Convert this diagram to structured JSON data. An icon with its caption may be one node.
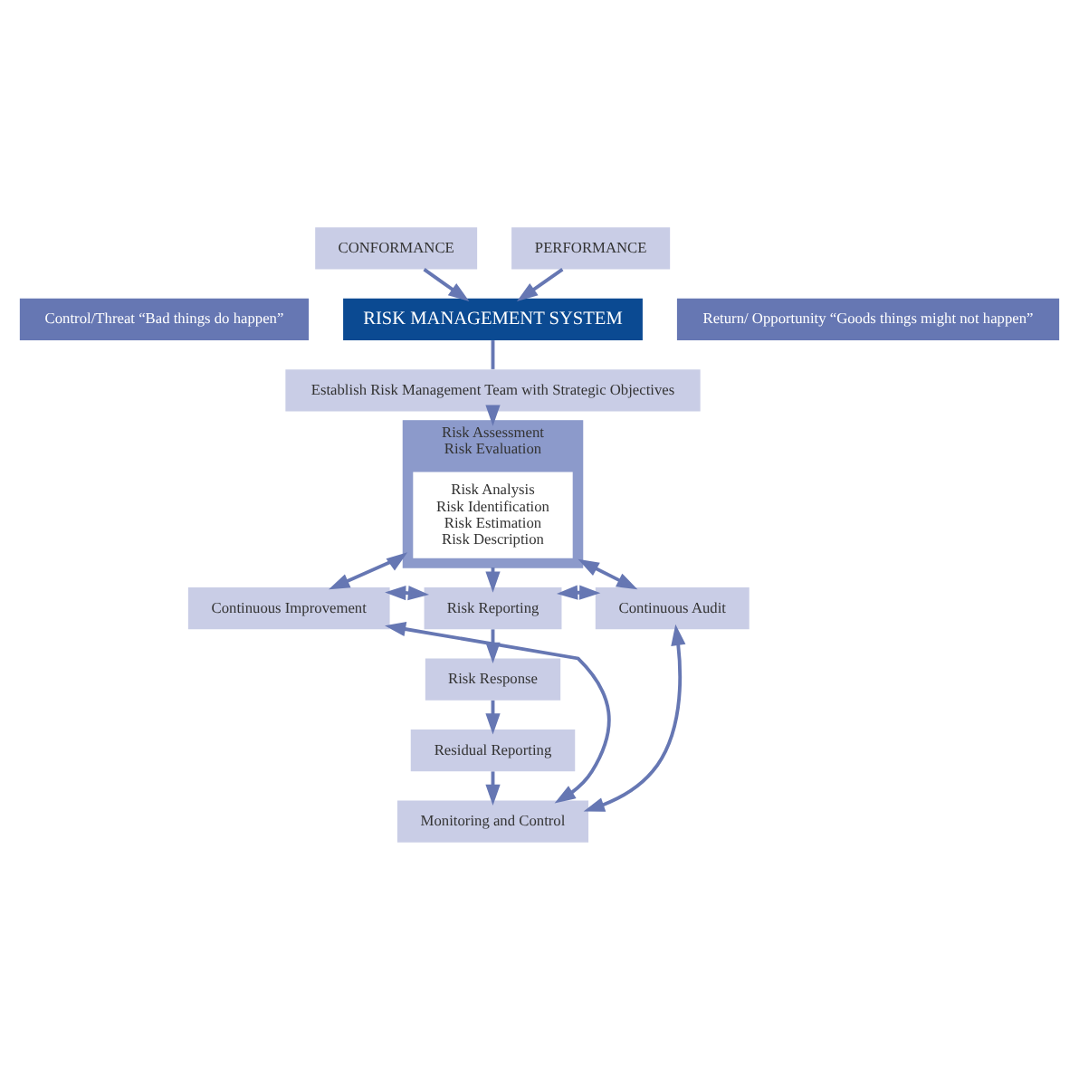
{
  "diagram": {
    "nodes": [
      {
        "text": [
          "CONFORMANCE"
        ]
      },
      {
        "text": [
          "PERFORMANCE"
        ]
      },
      {
        "text": [
          "Control/Threat “Bad things do happen”"
        ]
      },
      {
        "text": [
          "RISK MANAGEMENT SYSTEM"
        ]
      },
      {
        "text": [
          "Return/ Opportunity “Goods things might not happen”"
        ]
      },
      {
        "text": [
          "Establish Risk Management Team with Strategic Objectives"
        ]
      },
      {
        "text": [
          "Risk Assessment",
          "Risk Evaluation"
        ]
      },
      {
        "text": [
          "Risk Analysis",
          "Risk Identification",
          "Risk Estimation",
          "Risk Description"
        ],
        "in": 6
      },
      {
        "text": [
          "Continuous Improvement"
        ]
      },
      {
        "text": [
          "Risk Reporting"
        ]
      },
      {
        "text": [
          "Risk Response"
        ]
      },
      {
        "text": [
          "Residual Reporting"
        ]
      },
      {
        "text": [
          "Monitoring and Control"
        ]
      },
      {
        "text": [
          "Continuous Audit"
        ]
      }
    ],
    "edges": [
      {
        "from": 0,
        "to": 3,
        "arrow": "to"
      },
      {
        "from": 1,
        "to": 3,
        "arrow": "to"
      },
      {
        "from": 3,
        "to": 5,
        "arrow": "none"
      },
      {
        "from": 5,
        "to": 6,
        "arrow": "to"
      },
      {
        "from": 6,
        "to": 9,
        "arrow": "to"
      },
      {
        "from": 9,
        "to": 10,
        "arrow": "to"
      },
      {
        "from": 10,
        "to": 11,
        "arrow": "to"
      },
      {
        "from": 11,
        "to": 12,
        "arrow": "to"
      },
      {
        "from": 8,
        "to": 6,
        "arrow": "both"
      },
      {
        "from": 8,
        "to": 9,
        "arrow": "both"
      },
      {
        "from": 8,
        "to": 12,
        "arrow": "both"
      },
      {
        "from": 13,
        "to": 6,
        "arrow": "both"
      },
      {
        "from": 13,
        "to": 9,
        "arrow": "both"
      },
      {
        "from": 13,
        "to": 12,
        "arrow": "both"
      }
    ]
  }
}
